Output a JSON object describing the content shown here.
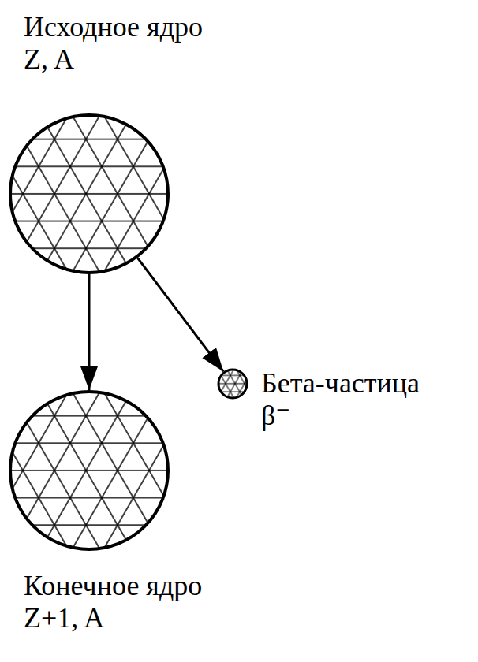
{
  "diagram": {
    "nodes": [
      {
        "text": [
          "Исходное ядро",
          "Z, A"
        ]
      },
      {
        "text": [
          "Бета-частица",
          "β⁻"
        ]
      },
      {
        "text": [
          "Конечное ядро",
          "Z+1, A"
        ]
      }
    ],
    "edges": [
      {
        "from": 0,
        "to": 2,
        "arrow": "to"
      },
      {
        "from": 0,
        "to": 1,
        "arrow": "to"
      }
    ]
  }
}
